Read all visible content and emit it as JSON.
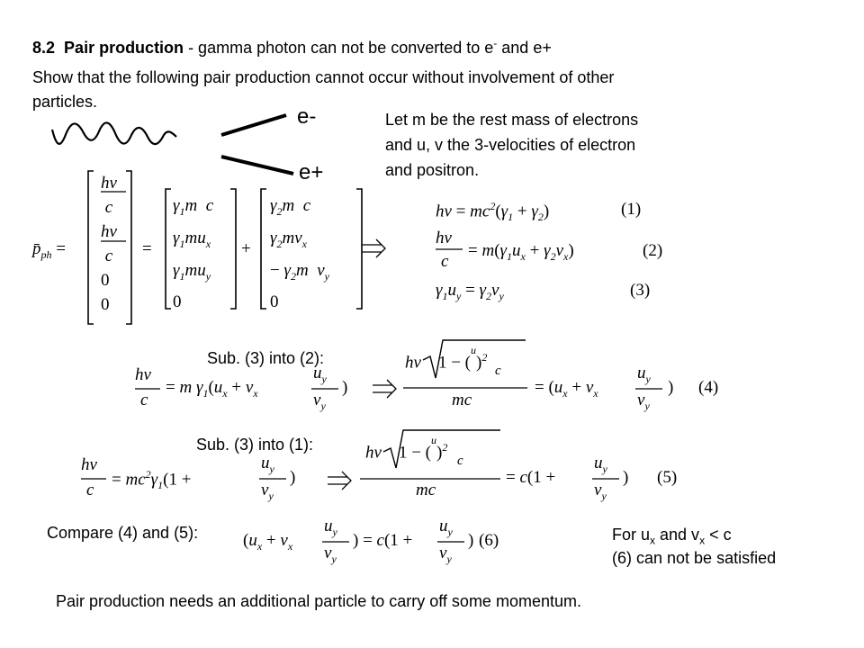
{
  "slide": {
    "heading_number": "8.2",
    "heading_bold": "Pair production",
    "heading_rest": " - gamma photon can not be converted to e",
    "heading_minus": "-",
    "heading_tail": " and  e+",
    "intro_line1": "Show that the following pair production cannot  occur without involvement of other",
    "intro_line2": "particles.",
    "electron_label": "e-",
    "positron_label": "e+",
    "note_line1": "Let m be the rest mass of electrons",
    "note_line2": "and u, v the 3-velocities of electron",
    "note_line3": "and positron.",
    "sub3into2": "Sub. (3) into (2):",
    "sub3into1": "Sub. (3) into (1):",
    "compare": "Compare (4) and (5):",
    "cond_prefix": "For u",
    "cond_sub1": "x",
    "cond_mid": " and v",
    "cond_sub2": "x",
    "cond_suffix": " < c",
    "cond_line2": "(6) can not be satisfied",
    "conclusion": "Pair production needs an additional particle to carry off some momentum."
  },
  "equations": {
    "eq1": "hν = mc²(γ₁ + γ₂)",
    "eq1_num": "(1)",
    "eq2_num": "(2)",
    "eq3_num": "(3)",
    "eq4_num": "(4)",
    "eq5_num": "(5)",
    "eq6_num": "(6)"
  }
}
